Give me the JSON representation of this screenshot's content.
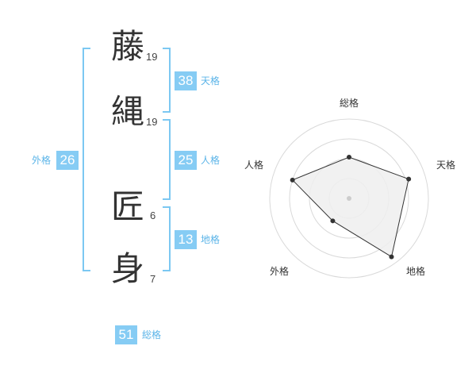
{
  "name": {
    "characters": [
      {
        "char": "藤",
        "strokes": "19"
      },
      {
        "char": "縄",
        "strokes": "19"
      },
      {
        "char": "匠",
        "strokes": "6"
      },
      {
        "char": "身",
        "strokes": "7"
      }
    ]
  },
  "fortunes": {
    "tenkaku": {
      "value": "38",
      "label": "天格"
    },
    "jinkaku": {
      "value": "25",
      "label": "人格"
    },
    "chikaku": {
      "value": "13",
      "label": "地格"
    },
    "gaikaku": {
      "value": "26",
      "label": "外格"
    },
    "soukaku": {
      "value": "51",
      "label": "総格"
    }
  },
  "chart_data": {
    "type": "radar",
    "axes": [
      "総格",
      "天格",
      "地格",
      "外格",
      "人格"
    ],
    "values": [
      0.52,
      0.79,
      0.91,
      0.35,
      0.75
    ],
    "rings": 4,
    "colors": {
      "ring": "#d9d9d9",
      "fill": "#eeeeee",
      "line": "#333333",
      "point": "#333333",
      "center": "#cccccc"
    }
  }
}
